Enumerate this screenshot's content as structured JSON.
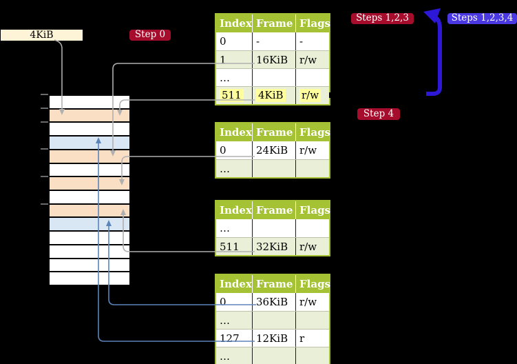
{
  "colors": {
    "background": "#000000",
    "table_green": "#a4c233",
    "table_tint": "#eaf0d8",
    "highlight_yellow": "#ffff9e",
    "frame_peach": "#fbdfc5",
    "frame_blue": "#d9e6f4",
    "badge_red": "#a60d2d",
    "badge_blue": "#4a38e2",
    "arrow_blue": "#2e18d8",
    "connector_gray": "#b0b0b0",
    "connector_steel": "#5b84ba",
    "label_cream": "#fdf3d7"
  },
  "labels": {
    "page_size": "4KiB",
    "step0": "Step 0",
    "steps123": "Steps 1,2,3",
    "steps1234": "Steps 1,2,3,4",
    "step4": "Step 4"
  },
  "tables": [
    {
      "name": "page-table-level-4",
      "headers": [
        "Index",
        "Frame",
        "Flags"
      ],
      "rows": [
        {
          "cells": [
            "0",
            "-",
            "-"
          ],
          "tint": false,
          "highlight": false
        },
        {
          "cells": [
            "1",
            "16KiB",
            "r/w"
          ],
          "tint": true,
          "highlight": false
        },
        {
          "cells": [
            "…",
            "",
            ""
          ],
          "tint": false,
          "highlight": false
        },
        {
          "cells": [
            "511",
            "4KiB",
            "r/w"
          ],
          "tint": true,
          "highlight": true
        }
      ]
    },
    {
      "name": "page-table-level-3",
      "headers": [
        "Index",
        "Frame",
        "Flags"
      ],
      "rows": [
        {
          "cells": [
            "0",
            "24KiB",
            "r/w"
          ],
          "tint": false,
          "highlight": false
        },
        {
          "cells": [
            "…",
            "",
            ""
          ],
          "tint": true,
          "highlight": false
        }
      ]
    },
    {
      "name": "page-table-level-2",
      "headers": [
        "Index",
        "Frame",
        "Flags"
      ],
      "rows": [
        {
          "cells": [
            "…",
            "",
            ""
          ],
          "tint": false,
          "highlight": false
        },
        {
          "cells": [
            "511",
            "32KiB",
            "r/w"
          ],
          "tint": true,
          "highlight": false
        }
      ]
    },
    {
      "name": "page-table-level-1",
      "headers": [
        "Index",
        "Frame",
        "Flags"
      ],
      "rows": [
        {
          "cells": [
            "0",
            "36KiB",
            "r/w"
          ],
          "tint": false,
          "highlight": false
        },
        {
          "cells": [
            "…",
            "",
            ""
          ],
          "tint": true,
          "highlight": false
        },
        {
          "cells": [
            "127",
            "12KiB",
            "r"
          ],
          "tint": false,
          "highlight": false
        },
        {
          "cells": [
            "…",
            "",
            ""
          ],
          "tint": true,
          "highlight": false
        }
      ]
    }
  ],
  "memory": {
    "rows": [
      {
        "fill": "white"
      },
      {
        "fill": "peach"
      },
      {
        "fill": "white"
      },
      {
        "fill": "blue"
      },
      {
        "fill": "peach"
      },
      {
        "fill": "white"
      },
      {
        "fill": "peach"
      },
      {
        "fill": "white"
      },
      {
        "fill": "peach"
      },
      {
        "fill": "blue"
      },
      {
        "fill": "white"
      },
      {
        "fill": "white"
      },
      {
        "fill": "white"
      },
      {
        "fill": "white"
      }
    ]
  }
}
